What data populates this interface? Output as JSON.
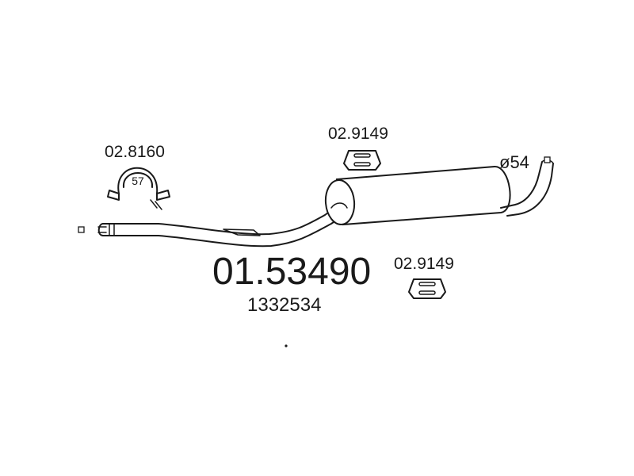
{
  "diagram": {
    "main_part_number": "01.53490",
    "oe_reference_number": "1332534",
    "clamp": {
      "part_number": "02.8160",
      "size_label": "57"
    },
    "hanger_top": {
      "part_number": "02.9149"
    },
    "hanger_bottom": {
      "part_number": "02.9149"
    },
    "outlet": {
      "diameter_label": "ø54"
    }
  }
}
